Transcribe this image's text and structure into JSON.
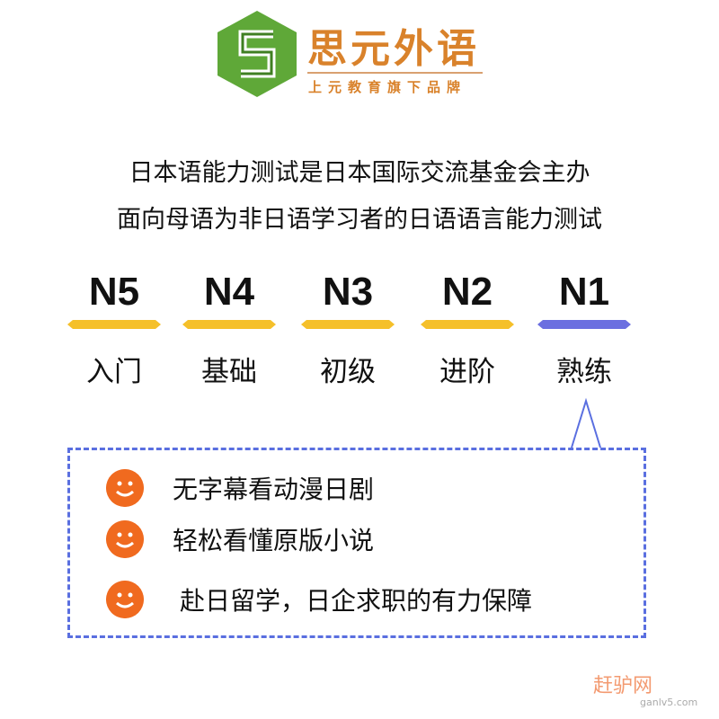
{
  "logo": {
    "name": "思元外语",
    "tagline": "上元教育旗下品牌",
    "brand_color": "#d9822b",
    "icon_color": "#5fa838"
  },
  "intro": [
    "日本语能力测试是日本国际交流基金会主办",
    "面向母语为非日语学习者的日语语言能力测试"
  ],
  "levels": [
    {
      "code": "N5",
      "label": "入门",
      "color": "#f5c02a"
    },
    {
      "code": "N4",
      "label": "基础",
      "color": "#f5c02a"
    },
    {
      "code": "N3",
      "label": "初级",
      "color": "#f5c02a"
    },
    {
      "code": "N2",
      "label": "进阶",
      "color": "#f5c02a"
    },
    {
      "code": "N1",
      "label": "熟练",
      "color": "#6b6fe0"
    }
  ],
  "benefits": [
    "无字幕看动漫日剧",
    "轻松看懂原版小说",
    "赴日留学，日企求职的有力保障"
  ],
  "watermark": {
    "name": "赶驴网",
    "url_text": "ganlv5.com"
  }
}
